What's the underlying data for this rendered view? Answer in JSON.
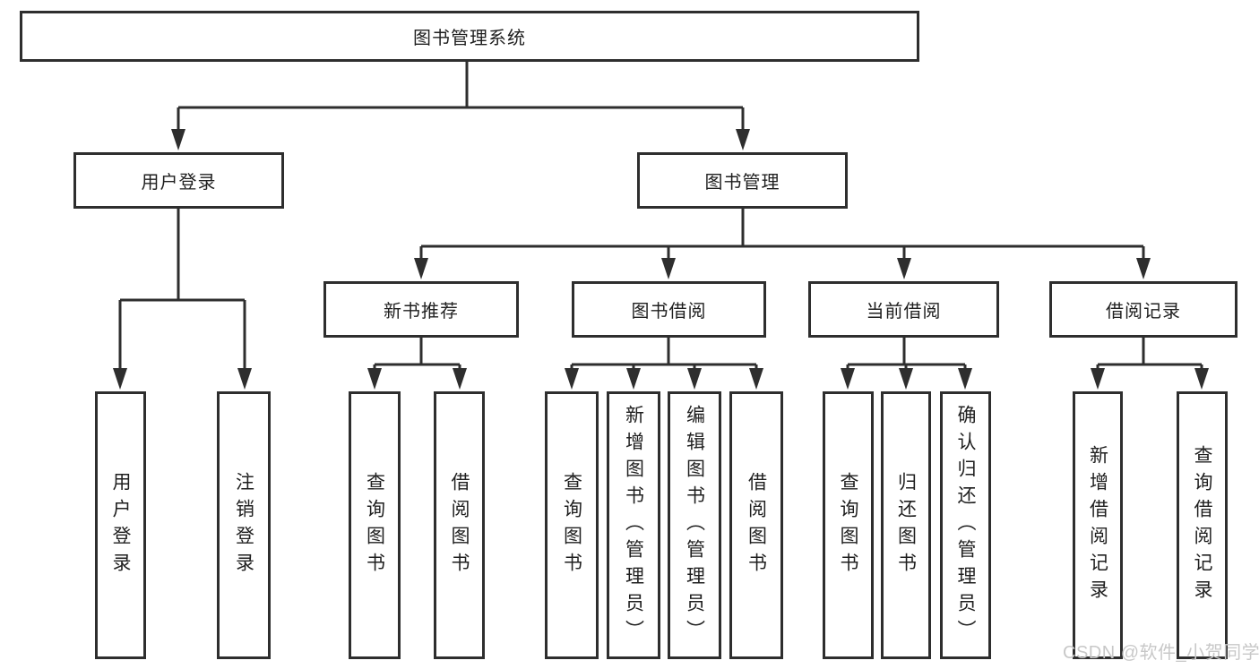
{
  "diagram": {
    "root": {
      "label": "图书管理系统"
    },
    "branches": [
      {
        "label": "用户登录",
        "children": [
          {
            "label": "用户登录"
          },
          {
            "label": "注销登录"
          }
        ]
      },
      {
        "label": "图书管理",
        "children": [
          {
            "label": "新书推荐",
            "children": [
              {
                "label": "查询图书"
              },
              {
                "label": "借阅图书"
              }
            ]
          },
          {
            "label": "图书借阅",
            "children": [
              {
                "label": "查询图书"
              },
              {
                "label": "新增图书（管理员）"
              },
              {
                "label": "编辑图书（管理员）"
              },
              {
                "label": "借阅图书"
              }
            ]
          },
          {
            "label": "当前借阅",
            "children": [
              {
                "label": "查询图书"
              },
              {
                "label": "归还图书"
              },
              {
                "label": "确认归还（管理员）"
              }
            ]
          },
          {
            "label": "借阅记录",
            "children": [
              {
                "label": "新增借阅记录"
              },
              {
                "label": "查询借阅记录"
              }
            ]
          }
        ]
      }
    ],
    "watermark": "CSDN @软件_小贺同学",
    "colors": {
      "line": "#2e2e2e",
      "box_border": "#2e2e2e",
      "box_background": "#ffffff",
      "text": "#1f1f1f",
      "watermark": "#c8c8c8"
    }
  }
}
